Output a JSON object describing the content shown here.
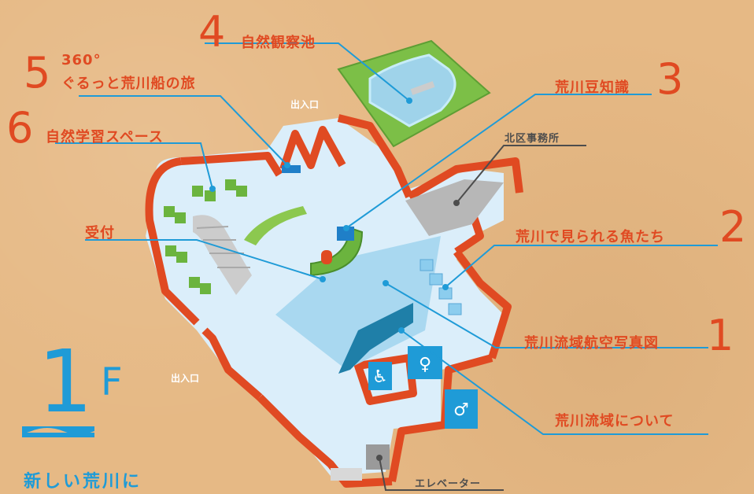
{
  "floor": {
    "number": "1",
    "letter": "F",
    "tagline": "新しい荒川に"
  },
  "areas": [
    {
      "num": "1",
      "label": "荒川流域航空写真図"
    },
    {
      "num": "2",
      "label": "荒川で見られる魚たち"
    },
    {
      "num": "3",
      "label": "荒川豆知識"
    },
    {
      "num": "4",
      "label": "自然観察池"
    },
    {
      "num": "5",
      "label_line1": "360°",
      "label_line2": "ぐるっと荒川船の旅"
    },
    {
      "num": "6",
      "label": "自然学習スペース"
    }
  ],
  "other_labels": {
    "reception": "受付",
    "about_basin": "荒川流域について",
    "kita_office": "北区事務所",
    "elevator": "エレベーター",
    "entrance_top": "出入口",
    "entrance_left": "出入口"
  },
  "colors": {
    "background": "#e6b985",
    "wall": "#e04a22",
    "floor": "#dbeefa",
    "accent_blue": "#1f9bd7",
    "green": "#7cbf47"
  }
}
